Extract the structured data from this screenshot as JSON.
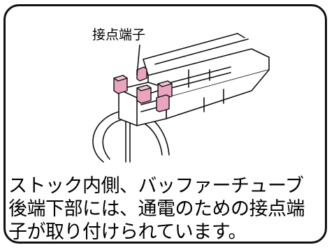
{
  "callout_label": "接点端子",
  "caption": {
    "line1": "ストック内側、バッファーチューブ",
    "line2": "後端下部には、通電のための接点端",
    "line3": "子が取り付けられています。"
  },
  "colors": {
    "contact_pink": "#e9a4bf",
    "outline": "#111111"
  }
}
